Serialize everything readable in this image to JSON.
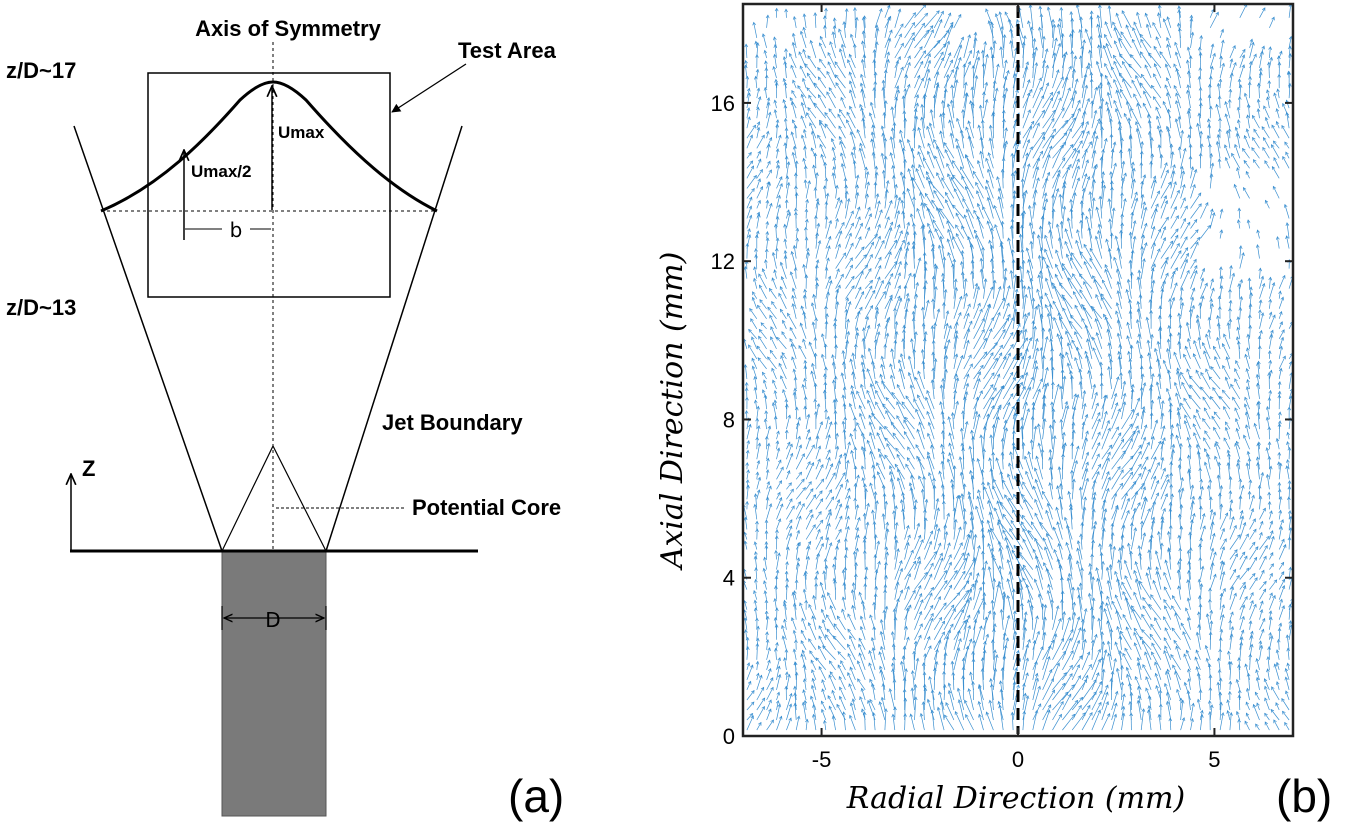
{
  "panel_a": {
    "tag": "(a)",
    "labels": {
      "axis_of_symmetry": "Axis of Symmetry",
      "test_area": "Test Area",
      "z_top": "z/D~17",
      "z_bottom": "z/D~13",
      "umax": "Umax",
      "umax_half": "Umax/2",
      "b": "b",
      "jet_boundary": "Jet Boundary",
      "potential_core": "Potential Core",
      "z_axis": "Z",
      "d": "D"
    }
  },
  "panel_b": {
    "tag": "(b)",
    "chart_data": {
      "type": "quiver",
      "xlabel": "Radial Direction (mm)",
      "ylabel": "Axial Direction (mm)",
      "xlim": [
        -7,
        7
      ],
      "ylim": [
        0,
        18.5
      ],
      "xticks": [
        -5,
        0,
        5
      ],
      "yticks": [
        0,
        4,
        8,
        12,
        16
      ],
      "centerline_x": 0,
      "arrow_color": "#3a8fd0",
      "grid": false,
      "series": [
        {
          "values": []
        }
      ]
    }
  }
}
